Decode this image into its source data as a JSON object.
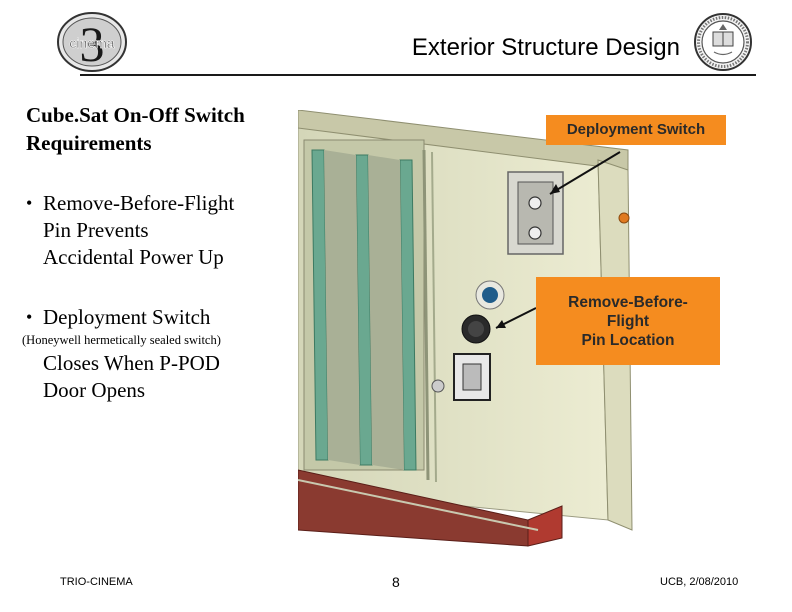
{
  "header": {
    "title": "Exterior Structure Design",
    "logo_left_text": "cinema",
    "logo_left_numeral": "3"
  },
  "content": {
    "heading_line1": "Cube.Sat On-Off Switch",
    "heading_line2": "Requirements",
    "bullets": [
      {
        "line1": "Remove-Before-Flight",
        "line2": "Pin Prevents",
        "line3": "Accidental  Power Up"
      },
      {
        "line1": "Deployment Switch"
      }
    ],
    "bullet_symbol": "•",
    "switch_note": "(Honeywell hermetically sealed switch)",
    "closes_line1": "Closes When P-POD",
    "closes_line2": "Door Opens"
  },
  "callouts": {
    "deployment_switch": "Deployment Switch",
    "pin_line1": "Remove-Before-",
    "pin_line2": "Flight",
    "pin_line3": "Pin Location",
    "color": "#f58c1f"
  },
  "footer": {
    "left": "TRIO-CINEMA",
    "page_number": "8",
    "right": "UCB, 2/08/2010"
  }
}
